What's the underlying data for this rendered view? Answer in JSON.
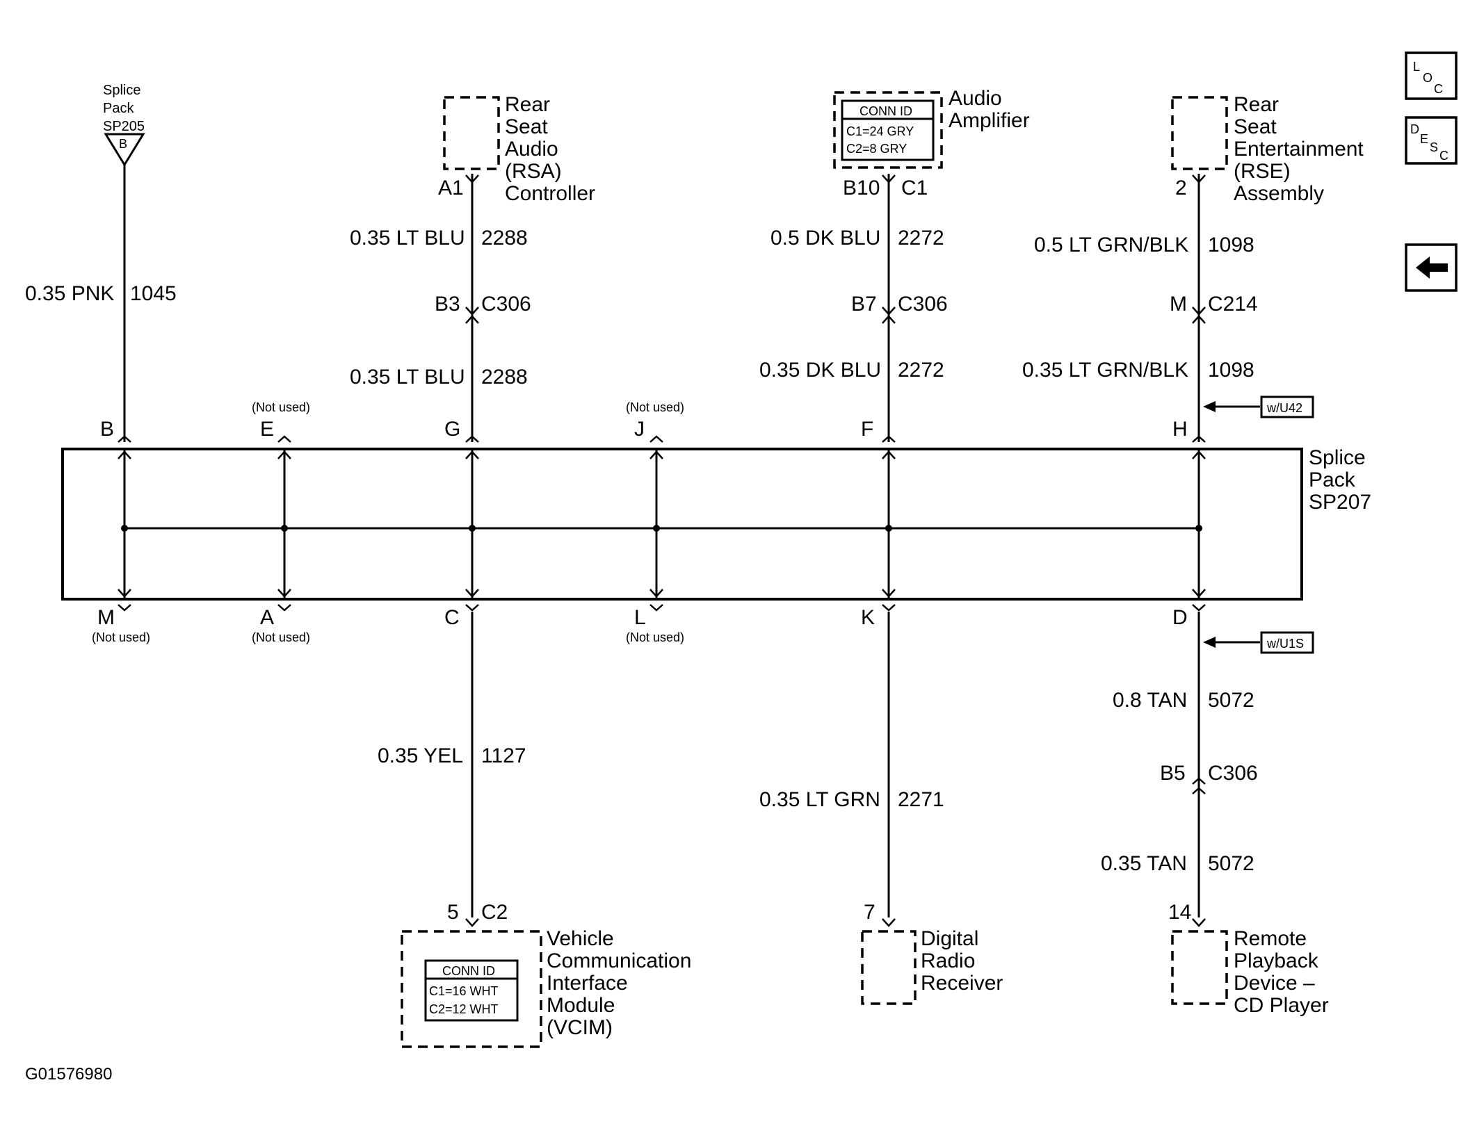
{
  "splice_sp205": {
    "lines": [
      "Splice",
      "Pack",
      "SP205"
    ],
    "pin": "B"
  },
  "rsa": {
    "lines": [
      "Rear",
      "Seat",
      "Audio",
      "(RSA)",
      "Controller"
    ],
    "pin": "A1"
  },
  "amp": {
    "conn_id": "CONN ID",
    "c1": "C1=24 GRY",
    "c2": "C2=8 GRY",
    "lines": [
      "Audio",
      "Amplifier"
    ],
    "pin1": "B10",
    "pin2": "C1"
  },
  "rse": {
    "lines": [
      "Rear",
      "Seat",
      "Entertainment",
      "(RSE)",
      "Assembly"
    ],
    "pin": "2"
  },
  "wires": {
    "pnk_gauge": "0.35 PNK",
    "pnk_circuit": "1045",
    "blu_top_gauge": "0.35 LT BLU",
    "blu_top_circuit": "2288",
    "blu_bot_gauge": "0.35 LT BLU",
    "blu_bot_circuit": "2288",
    "dkblu_top_gauge": "0.5 DK BLU",
    "dkblu_top_circuit": "2272",
    "dkblu_bot_gauge": "0.35 DK BLU",
    "dkblu_bot_circuit": "2272",
    "grnblk_top_gauge": "0.5 LT GRN/BLK",
    "grnblk_top_circuit": "1098",
    "grnblk_bot_gauge": "0.35 LT GRN/BLK",
    "grnblk_bot_circuit": "1098",
    "yel_gauge": "0.35 YEL",
    "yel_circuit": "1127",
    "ltgrn_gauge": "0.35 LT GRN",
    "ltgrn_circuit": "2271",
    "tan_top_gauge": "0.8 TAN",
    "tan_top_circuit": "5072",
    "tan_bot_gauge": "0.35 TAN",
    "tan_bot_circuit": "5072"
  },
  "connectors": {
    "rsa_pin": "B3",
    "rsa_conn": "C306",
    "amp_pin": "B7",
    "amp_conn": "C306",
    "rse_pin": "M",
    "rse_conn": "C214",
    "tan_pin": "B5",
    "tan_conn": "C306"
  },
  "options": {
    "top": "w/U42",
    "bottom": "w/U1S"
  },
  "splice_sp207": {
    "lines": [
      "Splice",
      "Pack",
      "SP207"
    ],
    "top_pins": [
      "B",
      "E",
      "G",
      "J",
      "F",
      "H"
    ],
    "bottom_pins": [
      "M",
      "A",
      "C",
      "L",
      "K",
      "D"
    ],
    "not_used": "(Not used)"
  },
  "vcim": {
    "conn_id": "CONN ID",
    "c1": "C1=16 WHT",
    "c2": "C2=12 WHT",
    "lines": [
      "Vehicle",
      "Communication",
      "Interface",
      "Module",
      "(VCIM)"
    ],
    "pin1": "5",
    "pin2": "C2"
  },
  "drr": {
    "lines": [
      "Digital",
      "Radio",
      "Receiver"
    ],
    "pin": "7"
  },
  "cd": {
    "lines": [
      "Remote",
      "Playback",
      "Device –",
      "CD Player"
    ],
    "pin": "14"
  },
  "side_buttons": {
    "loc": [
      "L",
      "O",
      "C"
    ],
    "desc": [
      "D",
      "E",
      "S",
      "C"
    ]
  },
  "figure_id": "G01576980"
}
